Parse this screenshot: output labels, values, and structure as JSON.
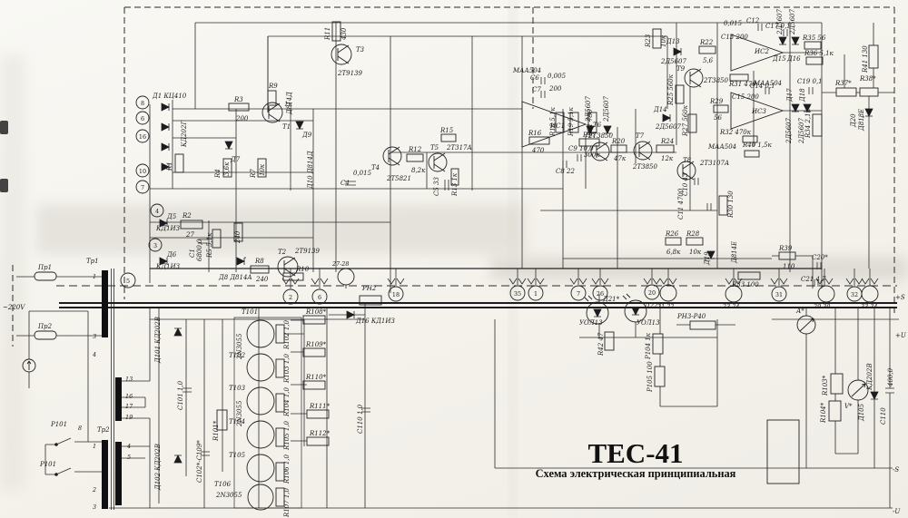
{
  "title": {
    "model": "ТЕС-41",
    "subtitle": "Схема электрическая принципиальная"
  },
  "rails": {
    "mains": "~220V",
    "ps": "+S",
    "pu": "+U",
    "ms": "-S",
    "mu": "-U"
  },
  "power": {
    "tr1": "Тр1",
    "tr2": "Тр2",
    "f1": "Пр1",
    "f2": "Пр2",
    "rel1": "Р101",
    "rel2": "Р101"
  },
  "terminals": {
    "t8": "8",
    "t6": "6",
    "t16": "16",
    "t10": "10",
    "t7": "7",
    "t4": "4",
    "t3": "3",
    "t5": "5",
    "t2": "2",
    "t6b": "6",
    "t18": "18",
    "t35": "35",
    "t1": "1",
    "t7b": "7",
    "t26": "26",
    "t20": "20",
    "t31": "31",
    "t32": "32",
    "p2728": "27-28",
    "p2122": "21-22",
    "p2324": "23-24",
    "p2930": "29-30",
    "p3334": "33-34"
  },
  "windings": {
    "a1": "1",
    "a3": "3",
    "a4": "4",
    "b13": "13",
    "b16": "16",
    "b17": "17",
    "b19": "19",
    "c1": "1",
    "c2": "2",
    "c3": "3",
    "c4": "4",
    "c5": "5",
    "c8": "8"
  },
  "labels": {
    "d1": "Д1 КЦ410",
    "d2t": "КД202Г",
    "r1": "R1",
    "r3": "R3",
    "r3v": "200",
    "r9": "R9",
    "r9v": "1к",
    "t1": "Т1",
    "d7": "Д7",
    "d9": "Д9",
    "d9t": "Д814Д",
    "d10": "Д10 Д814Д",
    "r4": "R4",
    "r4v": "3,6к",
    "r7": "R7",
    "r7v": "10к",
    "d5": "Д5",
    "d5t": "КД1ИЗ",
    "d6": "Д6",
    "d6t": "КД1ИЗ",
    "r2": "R2",
    "r2v": "27",
    "c1": "С1",
    "c1v": "6800,0",
    "r5": "R5 5,1к",
    "r6v": "240",
    "d8": "Д8 Д814А",
    "r8": "R8",
    "r8v": "240",
    "t2": "Т2",
    "t2t": "2Т9139",
    "r10": "R10",
    "rn2": "РН2",
    "d16": "Д16 КД1ИЗ",
    "r11": "R11",
    "r11v": "430",
    "t3": "Т3",
    "t3t": "2Т9139",
    "c4": "С4",
    "c4v": "0,015",
    "t4": "Т4",
    "t4t": "2Т5821",
    "r12": "R12",
    "r12v": "8,2к",
    "t5": "Т5",
    "t5t": "2Т317А",
    "c5": "С5 33",
    "r13": "R13 1к",
    "r15": "R15",
    "maa1": "МАА504",
    "ic1": "ИС1",
    "c6": "С6",
    "c6v": "0,005",
    "c7": "С7",
    "c7v": "200",
    "r16": "R16",
    "r16v": "470",
    "r17": "R17",
    "r17v": "300к",
    "c8": "С8 22",
    "c9": "С9 10,0",
    "d11t": "2Д5607",
    "d12t": "2Д5607",
    "r18": "R18 5,1к",
    "r19": "R19 5,1к",
    "r21": "R21 750",
    "r23": "R23",
    "r23v": "10к",
    "d13": "Д13",
    "d13t": "2Д5607",
    "r22": "R22",
    "r22v": "5,6",
    "t9": "Т9",
    "t9t": "2Т3850",
    "r25": "R25 560к",
    "d14": "Д14",
    "d14t": "2Д5607",
    "r27": "R27 560к",
    "r29": "R29",
    "r29v": "56",
    "t6": "Т6",
    "t6t": "2Т3850",
    "r20": "R20",
    "r20v": "47к",
    "t7": "Т7",
    "t7t": "2Т3850",
    "r24": "R24",
    "r24v": "12к",
    "t8": "Т8",
    "t8t": "2Т3107А",
    "c10": "С10 43",
    "c11": "С11 4700",
    "r30": "R30 130",
    "r26": "R26",
    "r26v": "6,8к",
    "r28": "R28",
    "r28v": "10к",
    "d19": "Д19",
    "d19t": "Д814Е",
    "ic2": "ИС2",
    "maa2": "МАА504",
    "c12": "С12",
    "c12v": "0,015",
    "c17": "С17 0,1",
    "c13": "С13 200",
    "r31": "R31 470",
    "ic3": "ИС3",
    "maa3": "МАА504",
    "c14": "С14 0,1",
    "c15": "С15 200",
    "r32": "R32 470к",
    "r40": "R40 1,5к",
    "d15": "Д15",
    "d15t": "2Д5607",
    "d16r": "Д16",
    "d16t": "2Д5607",
    "r35": "R35 56",
    "r36": "R36 5,1к",
    "c19": "С19 0,1",
    "d17": "Д17",
    "d17t": "2Д5607",
    "d18": "Д18",
    "d18t": "2Д5607",
    "r34": "R34 2,1к",
    "r37": "R37*",
    "r38": "R38*",
    "d20": "Д20",
    "d20t": "Д818Е",
    "r41": "R41 130",
    "r39": "R39",
    "r39v": "110",
    "r33": "R33 100",
    "c20": "С20*",
    "c21": "С21 4,7",
    "amm": "А*",
    "volt": "V*",
    "d21": "Д21*",
    "d21t": "УОЛ13",
    "d22": "Д22",
    "d22t": "УОЛ13",
    "r42": "R42 47",
    "rn3": "РН3-Р40",
    "p104": "Р104 1к",
    "p105": "Р105 100",
    "d101": "Д101 КД202В",
    "d102": "Д102 КД202В",
    "c101": "С101 1,0",
    "c102": "С102*-С109*",
    "r101": "R101*",
    "t101": "Т101",
    "t102": "Т102",
    "t103": "Т103",
    "t104": "Т104",
    "t105": "Т105",
    "t106": "Т106",
    "nt": "2N3055",
    "e102": "R102 1,0",
    "e103": "R103 1,0",
    "e104": "R104 1,0",
    "e105": "R105 1,0",
    "e106": "R106 1,0",
    "r107": "R107 1,0",
    "r108": "R108*",
    "r109": "R109*",
    "r110": "R110*",
    "r111": "R111*",
    "r112": "R112*",
    "c110m": "С110 1,0",
    "r103b": "R103*",
    "r104b": "R104*",
    "d105": "Д105",
    "d105t": "КД202В",
    "c110": "С110",
    "c110v": "400,0"
  }
}
